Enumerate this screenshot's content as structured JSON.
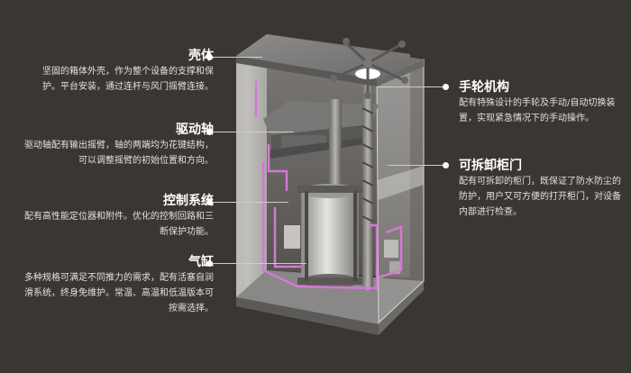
{
  "callouts": {
    "shell": {
      "title": "壳体",
      "desc": "坚固的箱体外壳，作为整个设备的支撑和保护。平台安装，通过连杆与风门摇臂连接。"
    },
    "shaft": {
      "title": "驱动轴",
      "desc": "驱动轴配有输出摇臂，轴的两端均为花键结构，可以调整摇臂的初始位置和方向。"
    },
    "control": {
      "title": "控制系统",
      "desc": "配有高性能定位器和附件。优化的控制回路和三断保护功能。"
    },
    "cylinder": {
      "title": "气缸",
      "desc": "多种规格可满足不同推力的需求，配有活塞自润滑系统，终身免维护。常温、高温和低温版本可按需选择。"
    },
    "handwheel": {
      "title": "手轮机构",
      "desc": "配有特殊设计的手轮及手动/自动切换装置，实现紧急情况下的手动操作。"
    },
    "door": {
      "title": "可拆卸柜门",
      "desc": "配有可拆卸的柜门，既保证了防水防尘的防护，用户又可方便的打开柜门，对设备内部进行检查。"
    }
  },
  "colors": {
    "background": "#3a3632",
    "text": "#ffffff",
    "tubing": "#d478d8"
  }
}
